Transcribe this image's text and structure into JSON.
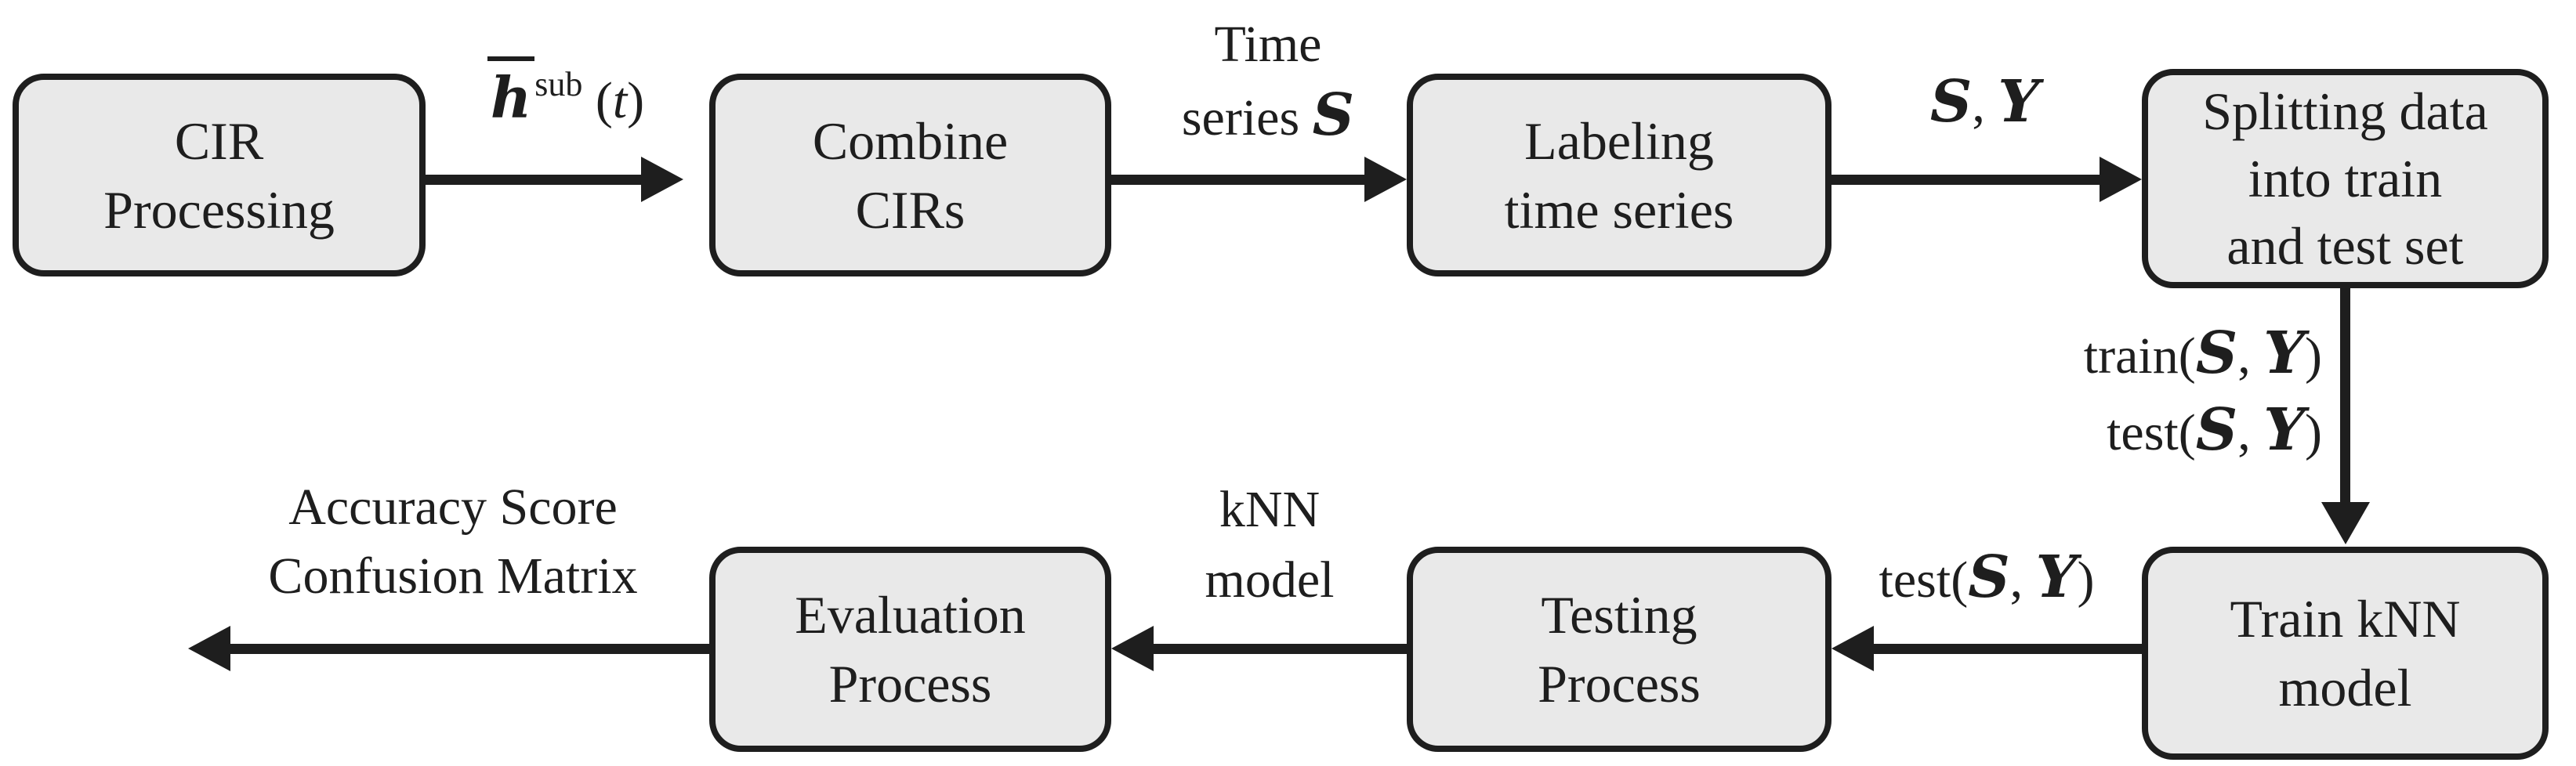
{
  "figure": {
    "background": "#ffffff",
    "box_fill": "#e9e9e9",
    "line_color": "#1e1e1e",
    "text_color": "#1e1e1e"
  },
  "boxes": {
    "cir_processing": {
      "lines": [
        "CIR",
        "Processing"
      ]
    },
    "combine_cirs": {
      "lines": [
        "Combine",
        "CIRs"
      ]
    },
    "labeling": {
      "lines": [
        "Labeling",
        "time series"
      ]
    },
    "splitting": {
      "lines": [
        "Splitting data",
        "into train",
        "and test set"
      ]
    },
    "train_knn": {
      "lines": [
        "Train kNN",
        "model"
      ]
    },
    "testing": {
      "lines": [
        "Testing",
        "Process"
      ]
    },
    "evaluation": {
      "lines": [
        "Evaluation",
        "Process"
      ]
    }
  },
  "labels": {
    "h": {
      "base": "h",
      "sup": "sub",
      "open": "(",
      "var": "t",
      "close": ")"
    },
    "time": {
      "line1": "Time",
      "line2_prefix": "series "
    },
    "scripts": {
      "s": "S",
      "y": "Y"
    },
    "comma": ", ",
    "close_paren": ")",
    "train_prefix": "train(",
    "test_prefix": "test(",
    "knn": {
      "line1": "kNN",
      "line2": "model"
    },
    "evaluation_output": {
      "line1": "Accuracy Score",
      "line2": "Confusion Matrix"
    }
  }
}
